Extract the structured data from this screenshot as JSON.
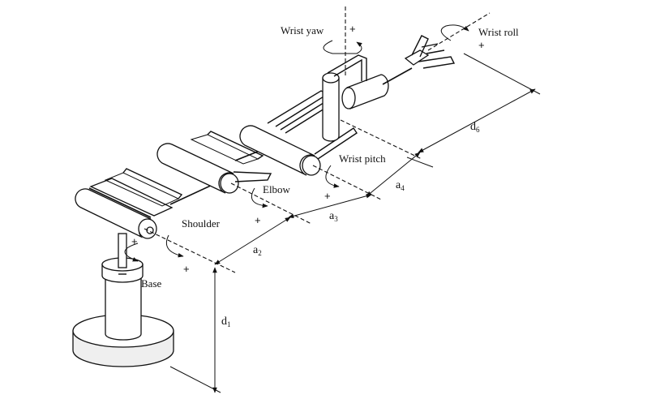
{
  "labels": {
    "wrist_yaw": "Wrist yaw",
    "wrist_roll": "Wrist roll",
    "wrist_pitch": "Wrist pitch",
    "elbow": "Elbow",
    "shoulder": "Shoulder",
    "base": "Base"
  },
  "dimensions": {
    "d1": {
      "base": "d",
      "sub": "1"
    },
    "a2": {
      "base": "a",
      "sub": "2"
    },
    "a3": {
      "base": "a",
      "sub": "3"
    },
    "a4": {
      "base": "a",
      "sub": "4"
    },
    "d6": {
      "base": "d",
      "sub": "6"
    }
  },
  "sign": "+"
}
